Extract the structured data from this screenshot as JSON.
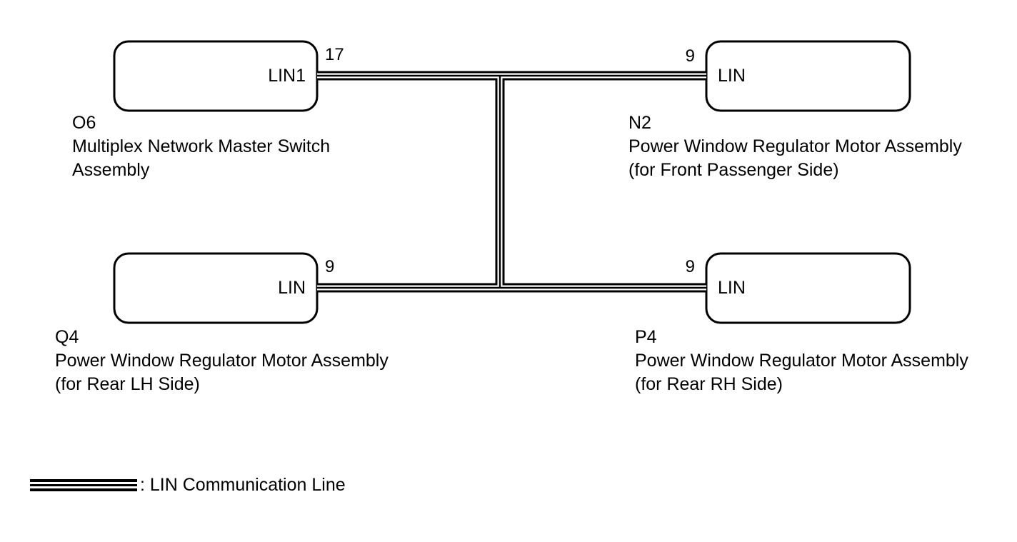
{
  "components": {
    "master_switch": {
      "code": "O6",
      "name_line1": "Multiplex Network Master Switch",
      "name_line2": "Assembly",
      "terminal": "LIN1",
      "pin": "17"
    },
    "front_passenger_motor": {
      "code": "N2",
      "name_line1": "Power Window Regulator Motor Assembly",
      "name_line2": "(for Front Passenger Side)",
      "terminal": "LIN",
      "pin": "9"
    },
    "rear_lh_motor": {
      "code": "Q4",
      "name_line1": "Power Window Regulator Motor Assembly",
      "name_line2": "(for Rear LH Side)",
      "terminal": "LIN",
      "pin": "9"
    },
    "rear_rh_motor": {
      "code": "P4",
      "name_line1": "Power Window Regulator Motor Assembly",
      "name_line2": "(for Rear RH Side)",
      "terminal": "LIN",
      "pin": "9"
    }
  },
  "legend": {
    "text": ": LIN Communication Line"
  }
}
